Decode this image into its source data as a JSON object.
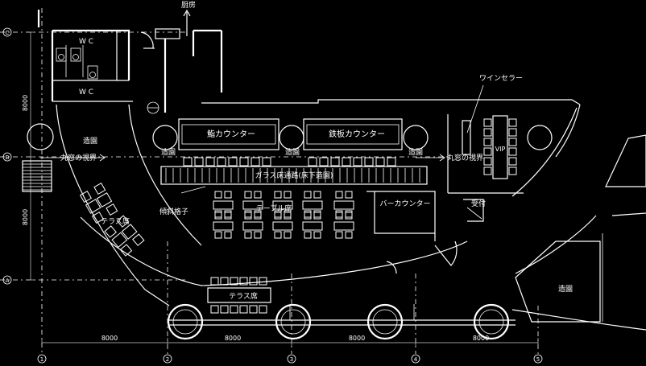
{
  "labels": {
    "kitchen": "厨房",
    "wc_top": "W C",
    "wc_bottom": "W C",
    "garden_left": "造園",
    "garden_b1": "造園",
    "garden_b2": "造園",
    "garden_b3": "造園",
    "garden_right": "造園",
    "window_view_left": "丸窓の視界",
    "window_view_right": "丸窓の視界",
    "sushi_counter": "鮨カウンター",
    "teppan_counter": "鉄板カウンター",
    "glass_floor": "ガラス床通路(床下造園)",
    "diagonal_lattice": "傾斜格子",
    "terrace_left": "テラス席",
    "terrace_bottom": "テラス席",
    "table_seats": "テーブル席",
    "bar_counter": "バーカウンター",
    "wine_cellar": "ワインセラー",
    "vip": "VIP",
    "reception": "受付"
  },
  "grid": {
    "row_top": "C",
    "row_mid": "B",
    "row_bottom": "A",
    "col_1": "1",
    "col_2": "2",
    "col_3": "3",
    "col_4": "4",
    "col_5": "5"
  },
  "dimensions": {
    "vertical_top": "8000",
    "vertical_bottom": "8000",
    "horizontal": [
      "8000",
      "8000",
      "8000",
      "8000"
    ]
  }
}
